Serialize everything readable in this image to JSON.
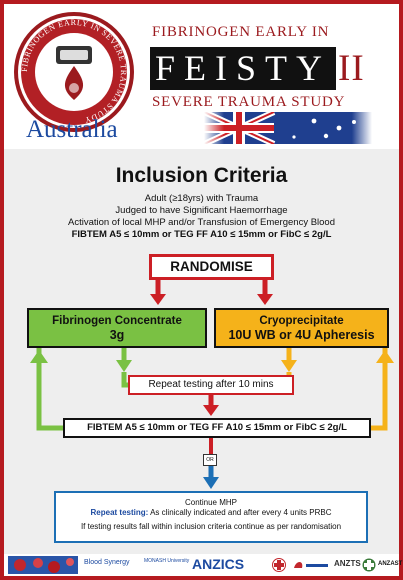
{
  "header": {
    "brand_top": "FIBRINOGEN EARLY IN",
    "brand_name": "FEISTY",
    "brand_roman": "II",
    "brand_bottom": "SEVERE TRAUMA STUDY",
    "logo_text": "FIBRINOGEN EARLY IN SEVERE TRAUMA STUDY",
    "country": "Australia"
  },
  "inclusion": {
    "title": "Inclusion Criteria",
    "lines": [
      "Adult (≥18yrs) with Trauma",
      "Judged to have Significant Haemorrhage",
      "Activation of local MHP and/or Transfusion of Emergency Blood"
    ],
    "threshold": "FIBTEM A5 ≤ 10mm or TEG FF A10 ≤ 15mm or FibC ≤ 2g/L"
  },
  "flow": {
    "randomise": "RANDOMISE",
    "arm1_title": "Fibrinogen Concentrate",
    "arm1_dose": "3g",
    "arm2_title": "Cryoprecipitate",
    "arm2_dose": "10U WB or 4U Apheresis",
    "repeat": "Repeat testing after 10 mins",
    "retest": "FIBTEM A5 ≤ 10mm or TEG FF A10 ≤ 15mm or FibC ≤ 2g/L",
    "or_label": "OR",
    "final_line1": "Continue MHP",
    "final_repeat_label": "Repeat testing:",
    "final_repeat_text": " As clinically indicated and after every 4 units PRBC",
    "final_line3": "If testing results fall within inclusion criteria continue as per randomisation"
  },
  "sponsors": [
    "Blood Synergy",
    "MONASH University",
    "ANZICS",
    "ANZTS",
    "ANZAST"
  ],
  "colors": {
    "border": "#b51a1f",
    "brand_red": "#9b1a1e",
    "arm1_green": "#7ac143",
    "arm2_orange": "#f5b21a",
    "flow_red": "#cc1f25",
    "flow_blue": "#1c6fb5"
  }
}
